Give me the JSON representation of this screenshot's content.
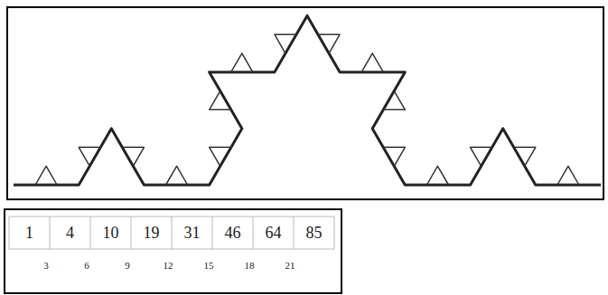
{
  "diagram": {
    "labels": [
      "1",
      "4",
      "10",
      "19",
      "31",
      "46",
      "64",
      "85",
      "3",
      "6",
      "9",
      "12",
      "15",
      "18",
      "21"
    ]
  }
}
